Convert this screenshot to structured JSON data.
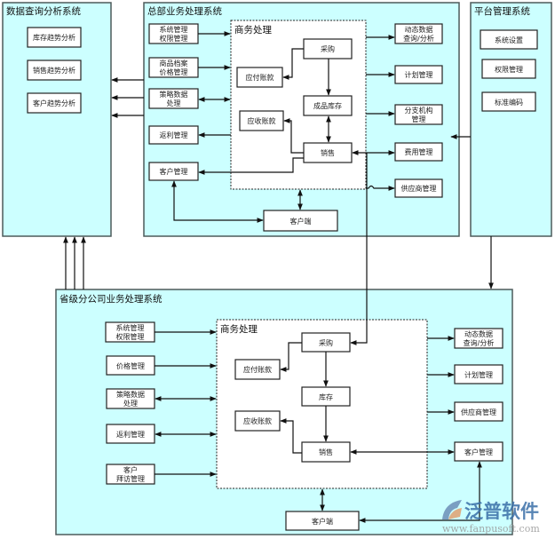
{
  "systems": {
    "data_analysis": {
      "title": "数据查询分析系统",
      "items": [
        "库存趋势分析",
        "销售趋势分析",
        "客户趋势分析"
      ]
    },
    "hq": {
      "title": "总部业务处理系统",
      "left_items": [
        [
          "系统管理",
          "权限管理"
        ],
        [
          "商品档案",
          "价格管理"
        ],
        [
          "策略数据",
          "处理"
        ],
        [
          "返利管理"
        ],
        [
          "客户管理"
        ]
      ],
      "business": {
        "title": "商务处理",
        "payable": "应付账款",
        "receivable": "应收账款",
        "purchase": "采购",
        "inventory": "成品库存",
        "sales": "销售"
      },
      "right_items": [
        [
          "动态数据",
          "查询/分析"
        ],
        [
          "计划管理"
        ],
        [
          "分支机构",
          "管理"
        ],
        [
          "费用管理"
        ],
        [
          "供应商管理"
        ]
      ],
      "client": "客户端"
    },
    "platform": {
      "title": "平台管理系统",
      "items": [
        "系统设置",
        "权限管理",
        "标准编码"
      ]
    },
    "branch": {
      "title": "省级分公司业务处理系统",
      "left_items": [
        [
          "系统管理",
          "权限管理"
        ],
        [
          "价格管理"
        ],
        [
          "策略数据",
          "处理"
        ],
        [
          "返利管理"
        ],
        [
          "客户",
          "拜访管理"
        ]
      ],
      "business": {
        "title": "商务处理",
        "payable": "应付账款",
        "receivable": "应收账款",
        "purchase": "采购",
        "inventory": "库存",
        "sales": "销售"
      },
      "right_items": [
        [
          "动态数据",
          "查询/分析"
        ],
        [
          "计划管理"
        ],
        [
          "供应商管理"
        ],
        [
          "客户管理"
        ]
      ],
      "client": "客户端"
    }
  },
  "watermark": {
    "brand": "泛普软件",
    "url": "www.fanpusoft.com"
  }
}
